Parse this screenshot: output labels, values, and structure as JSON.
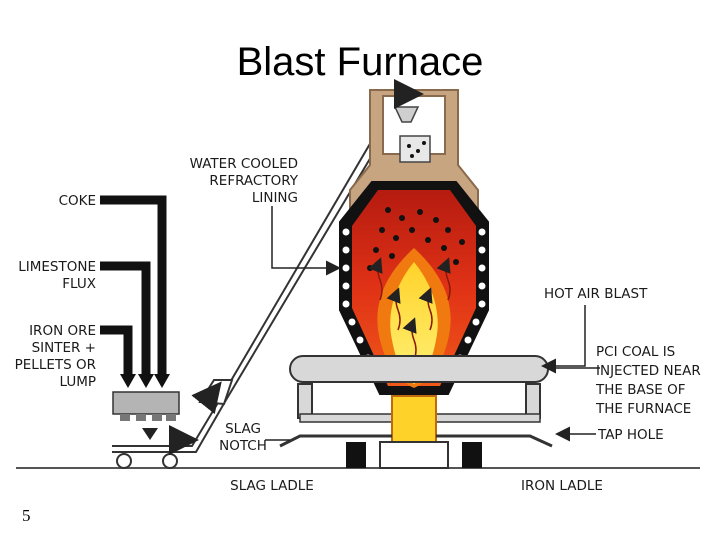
{
  "title": "Blast Furnace",
  "page_number": "5",
  "labels": {
    "coke": "COKE",
    "limestone": [
      "LIMESTONE",
      "FLUX"
    ],
    "iron_ore": [
      "IRON ORE",
      "SINTER +",
      "PELLETS OR",
      "LUMP"
    ],
    "water_cooled": [
      "WATER COOLED",
      "REFRACTORY",
      "LINING"
    ],
    "hot_air": "HOT AIR BLAST",
    "pci": [
      "PCI COAL IS",
      "INJECTED NEAR",
      "THE BASE OF",
      "THE FURNACE"
    ],
    "tap_hole": "TAP HOLE",
    "slag_notch": [
      "SLAG",
      "NOTCH"
    ],
    "slag_ladle": "SLAG LADLE",
    "iron_ladle": "IRON LADLE"
  },
  "colors": {
    "shell_tan": "#b8926e",
    "flame_red": "#d42a12",
    "flame_orange": "#f07a10",
    "flame_yellow": "#ffe23a",
    "lining_black": "#111111",
    "pipe_grey": "#d8d8d8"
  }
}
